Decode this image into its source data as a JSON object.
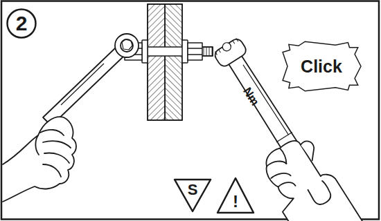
{
  "diagram": {
    "nodes": [
      {
        "text": [
          "2"
        ]
      },
      {
        "text": [
          "Click"
        ]
      },
      {
        "text": [
          "S"
        ]
      },
      {
        "text": [
          "!"
        ]
      }
    ],
    "labels": [
      "Nm"
    ]
  }
}
